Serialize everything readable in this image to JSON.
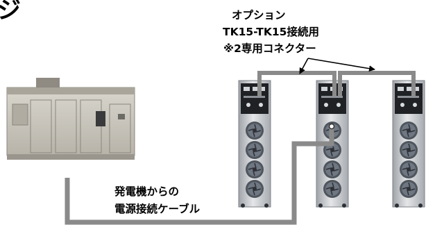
{
  "title_fragment": "ジ",
  "option_note": {
    "line1": "オプション",
    "line2": "TK15-TK15接続用",
    "line3": "※2専用コネクター"
  },
  "cable_note": {
    "line1": "発電機からの",
    "line2": "電源接続ケーブル"
  },
  "colors": {
    "cable": "#8a8a8a",
    "cabinet_body": "#c9c6bd",
    "unit_body": "#c3c6cb",
    "unit_panel": "#2b2b2d",
    "fan": "#5f6670",
    "arrow": "#000000"
  }
}
